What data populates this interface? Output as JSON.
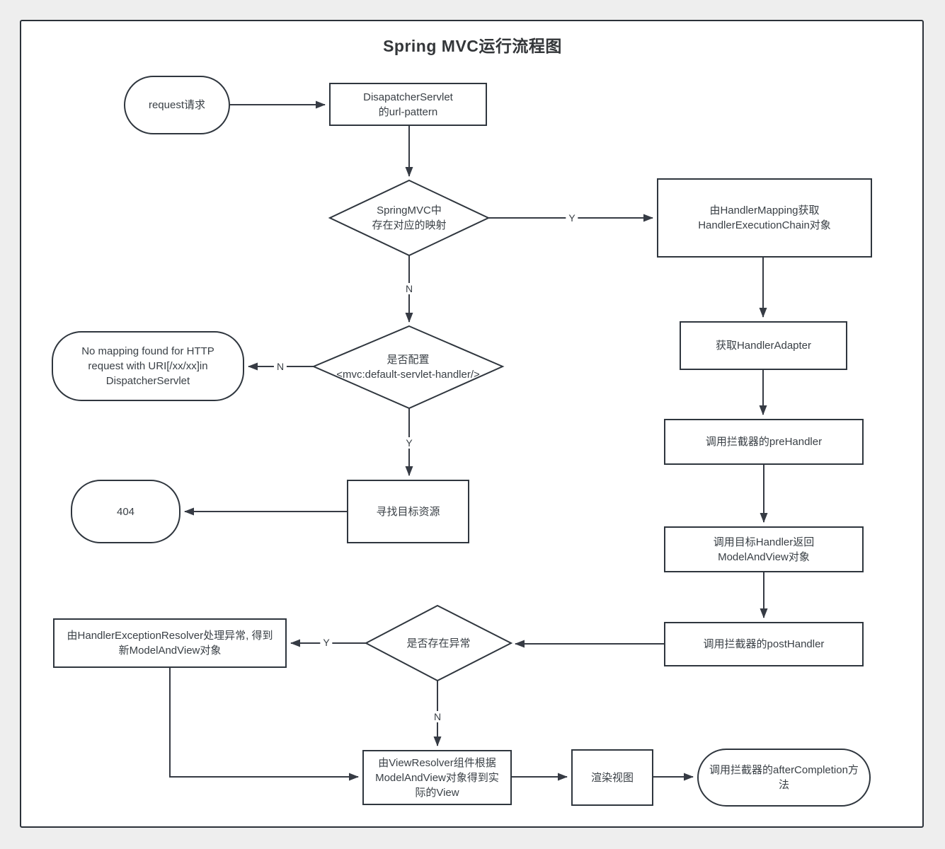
{
  "page": {
    "title": "Spring MVC运行流程图"
  },
  "nodes": {
    "start": "request请求",
    "dispatcher": "DisapatcherServlet\n的url-pattern",
    "mapping_decision": "SpringMVC中\n存在对应的映射",
    "handler_mapping": "由HandlerMapping获取\nHandlerExecutionChain对象",
    "default_servlet_decision": "是否配置\n<mvc:default-servlet-handler/>",
    "no_mapping": "No mapping found for HTTP\nrequest with URI[/xx/xx]in\nDispatcherServlet",
    "find_resource": "寻找目标资源",
    "not_found": "404",
    "handler_adapter": "获取HandlerAdapter",
    "pre_handler": "调用拦截器的preHandler",
    "target_handler": "调用目标Handler返回\nModelAndView对象",
    "post_handler": "调用拦截器的postHandler",
    "exception_decision": "是否存在异常",
    "exception_resolver": "由HandlerExceptionResolver处理异常, 得到\n新ModelAndView对象",
    "view_resolver": "由ViewResolver组件根据\nModelAndView对象得到实\n际的View",
    "render_view": "渲染视图",
    "after_completion": "调用拦截器的afterCompletion方\n法"
  },
  "edge_labels": {
    "mapping_yes": "Y",
    "mapping_no": "N",
    "default_servlet_no": "N",
    "default_servlet_yes": "Y",
    "exception_yes": "Y",
    "exception_no": "N"
  },
  "colors": {
    "line": "#363b44",
    "border": "#2f363e",
    "text": "#3a4046",
    "canvas_bg": "#ffffff",
    "page_bg": "#eeeeee"
  }
}
